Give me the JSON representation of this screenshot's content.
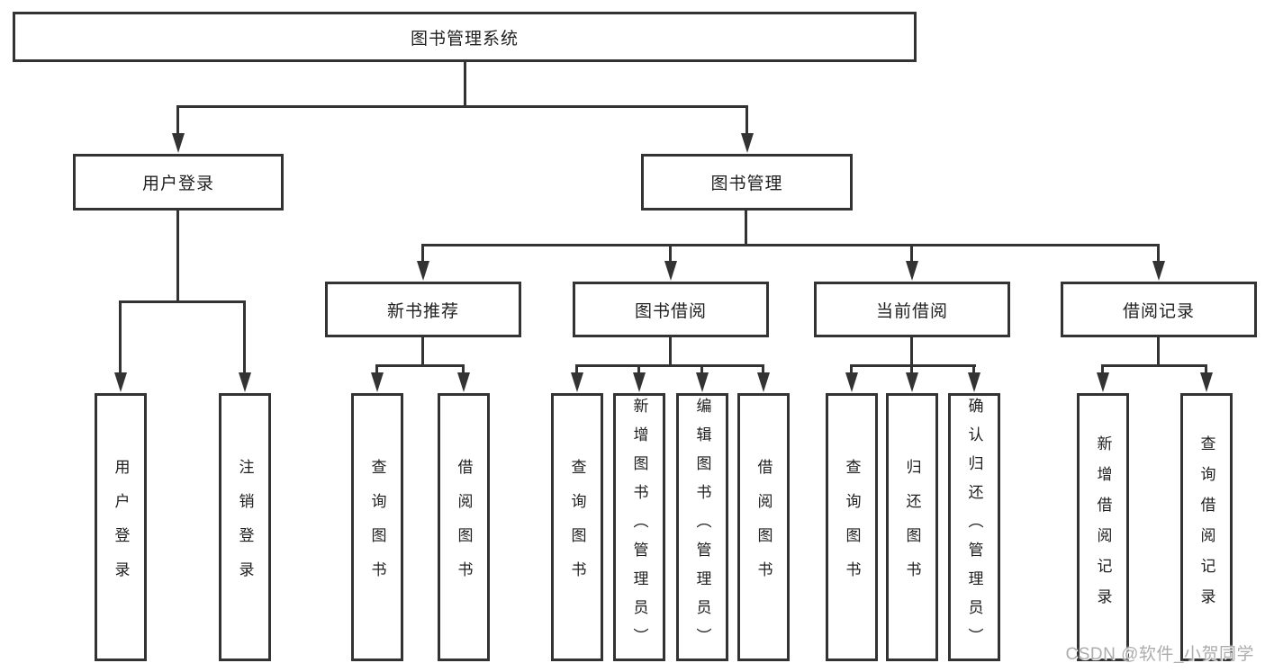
{
  "tree": {
    "root": {
      "label": "图书管理系统"
    },
    "branches": [
      {
        "label": "用户登录",
        "children": [
          {
            "label": "用户登录"
          },
          {
            "label": "注销登录"
          }
        ]
      },
      {
        "label": "图书管理",
        "sections": [
          {
            "label": "新书推荐",
            "children": [
              {
                "label": "查询图书"
              },
              {
                "label": "借阅图书"
              }
            ]
          },
          {
            "label": "图书借阅",
            "children": [
              {
                "label": "查询图书"
              },
              {
                "label": "新增图书（管理员）"
              },
              {
                "label": "编辑图书（管理员）"
              },
              {
                "label": "借阅图书"
              }
            ]
          },
          {
            "label": "当前借阅",
            "children": [
              {
                "label": "查询图书"
              },
              {
                "label": "归还图书"
              },
              {
                "label": "确认归还（管理员）"
              }
            ]
          },
          {
            "label": "借阅记录",
            "children": [
              {
                "label": "新增借阅记录"
              },
              {
                "label": "查询借阅记录"
              }
            ]
          }
        ]
      }
    ]
  },
  "watermark": "CSDN @软件_小贺同学",
  "colors": {
    "line": "#333333",
    "text": "#1f1f1f",
    "watermark": "#adadad",
    "background": "#ffffff"
  }
}
